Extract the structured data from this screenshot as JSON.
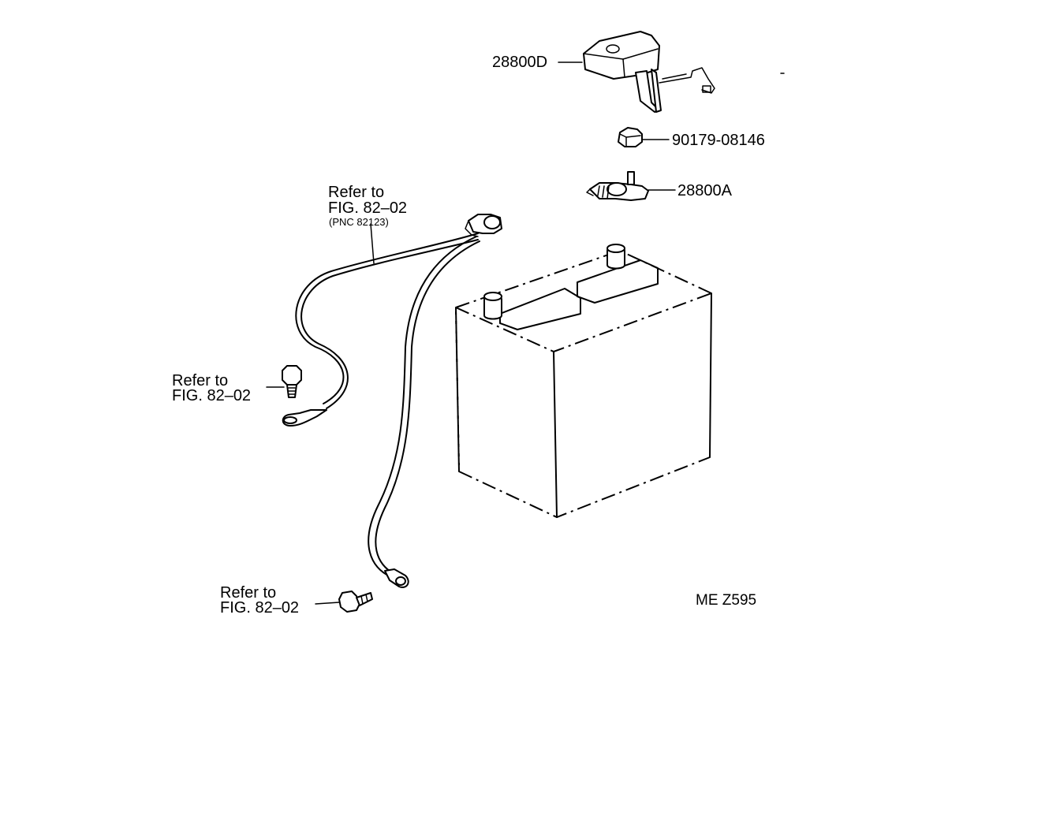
{
  "parts": {
    "sensor_cover": {
      "code": "28800D"
    },
    "nut": {
      "code": "90179-08146"
    },
    "terminal_clamp": {
      "code": "28800A"
    }
  },
  "references": {
    "cable": {
      "line1": "Refer to",
      "line2": "FIG. 82–02",
      "line3": "(PNC 82123)"
    },
    "ground_bolt": {
      "line1": "Refer to",
      "line2": "FIG. 82–02"
    },
    "body_bolt": {
      "line1": "Refer to",
      "line2": "FIG. 82–02"
    }
  },
  "figure_code": "ME Z595"
}
